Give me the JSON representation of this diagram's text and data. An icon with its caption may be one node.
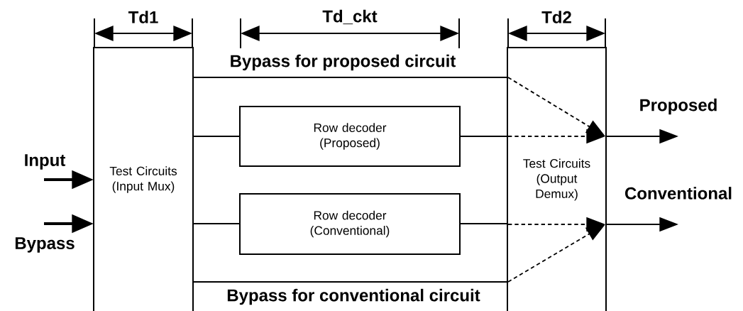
{
  "diagram": {
    "nodes": [
      {
        "text": [
          "Test Circuits (Input Mux)"
        ]
      },
      {
        "text": [
          "Row decoder (Proposed)"
        ]
      },
      {
        "text": [
          "Row decoder (Conventional)"
        ]
      },
      {
        "text": [
          "Test Circuits (Output Demux)"
        ]
      }
    ],
    "edges": [
      {
        "from": null,
        "to": 0,
        "arrow": "to",
        "style": "thick",
        "label": "Input"
      },
      {
        "from": null,
        "to": 0,
        "arrow": "to",
        "style": "thick",
        "label": "Bypass"
      },
      {
        "from": 0,
        "to": 3,
        "arrow": "none",
        "label": "Bypass for proposed circuit"
      },
      {
        "from": 0,
        "to": 1,
        "arrow": "none"
      },
      {
        "from": 1,
        "to": 3,
        "arrow": "none"
      },
      {
        "from": 0,
        "to": 2,
        "arrow": "none"
      },
      {
        "from": 2,
        "to": 3,
        "arrow": "none"
      },
      {
        "from": 0,
        "to": 3,
        "arrow": "none",
        "label": "Bypass for conventional circuit"
      },
      {
        "from": 3,
        "to": null,
        "arrow": "to",
        "label": "Proposed"
      },
      {
        "from": 3,
        "to": null,
        "arrow": "to",
        "label": "Conventional"
      }
    ],
    "labels": [
      "Td1",
      "Td_ckt",
      "Td2"
    ]
  }
}
